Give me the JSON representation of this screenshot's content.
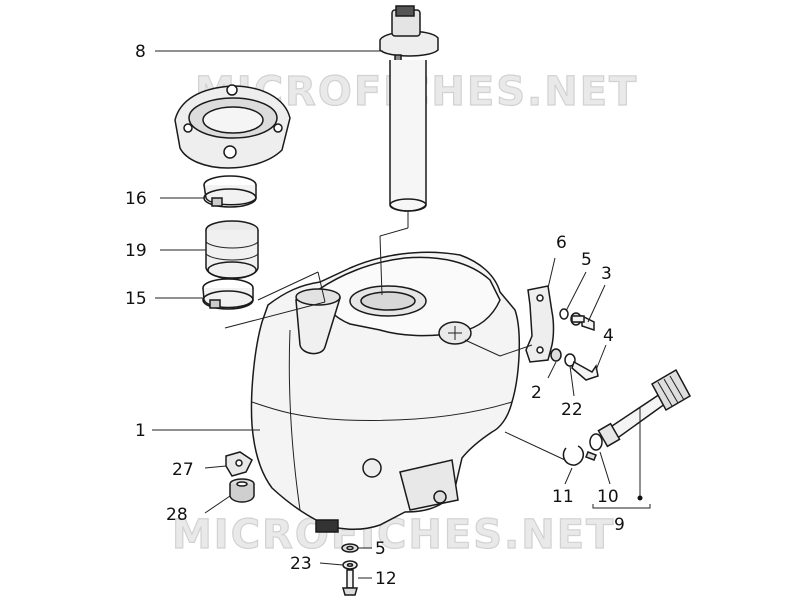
{
  "watermarks": [
    "MICROFICHES.NET",
    "MICROFICHES.NET"
  ],
  "callouts": {
    "c1": "1",
    "c2": "2",
    "c3": "3",
    "c4": "4",
    "c5a": "5",
    "c5b": "5",
    "c6": "6",
    "c8": "8",
    "c9": "9",
    "c10": "10",
    "c11": "11",
    "c12": "12",
    "c15": "15",
    "c16": "16",
    "c19": "19",
    "c22": "22",
    "c23": "23",
    "c27": "27",
    "c28": "28"
  }
}
